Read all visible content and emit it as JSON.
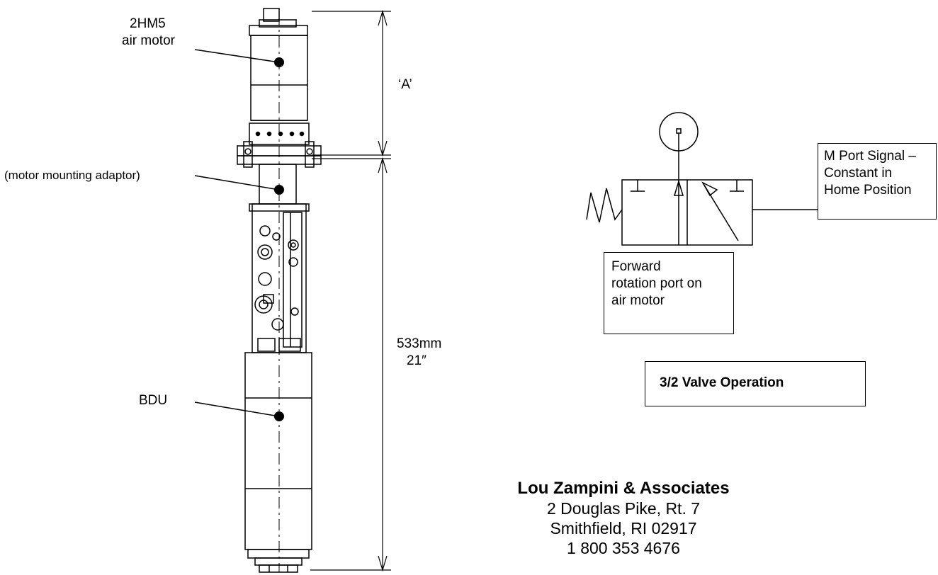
{
  "labels": {
    "motor_model": "2HM5",
    "motor_name": "air motor",
    "adaptor": "(motor mounting adaptor)",
    "bdu": "BDU",
    "dim_a": "‘A’",
    "dim_mm": "533mm",
    "dim_in": "21″"
  },
  "valve": {
    "signal_text": "M Port Signal –\nConstant in\nHome Position",
    "forward_text": "Forward\nrotation port on\nair motor",
    "caption": "3/2 Valve Operation"
  },
  "company": {
    "name": "Lou Zampini & Associates",
    "address1": "2 Douglas Pike, Rt. 7",
    "address2": "Smithfield, RI 02917",
    "phone": "1 800 353 4676"
  }
}
